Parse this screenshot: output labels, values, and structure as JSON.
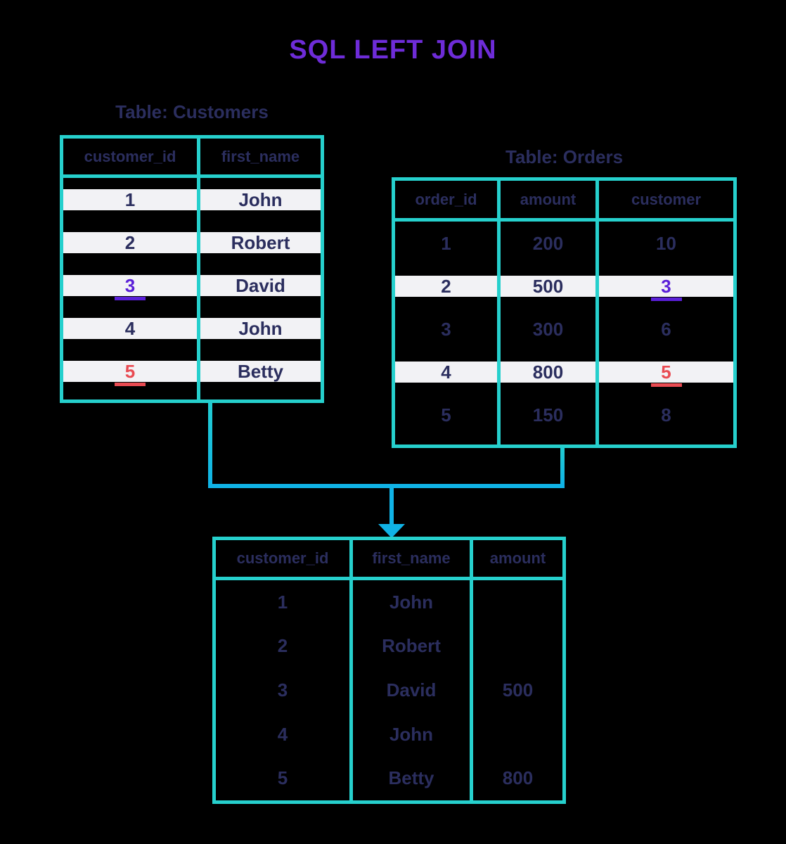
{
  "title": "SQL LEFT JOIN",
  "colors": {
    "bg": "#000000",
    "border-teal": "#26d0cd",
    "connector-teal": "#22cdd1",
    "connector-blue": "#10b3e6",
    "text-navy": "#2b2e5e",
    "row-white": "#f2f2f5",
    "hl-purple": "#5a1fd8",
    "hl-red": "#e94b52",
    "title-purple": "#6e2cd8"
  },
  "customers": {
    "label": "Table: Customers",
    "columns": [
      "customer_id",
      "first_name"
    ],
    "rows": [
      {
        "customer_id": "1",
        "first_name": "John"
      },
      {
        "customer_id": "2",
        "first_name": "Robert"
      },
      {
        "customer_id": "3",
        "first_name": "David",
        "highlight": "purple"
      },
      {
        "customer_id": "4",
        "first_name": "John"
      },
      {
        "customer_id": "5",
        "first_name": "Betty",
        "highlight": "red"
      }
    ]
  },
  "orders": {
    "label": "Table: Orders",
    "columns": [
      "order_id",
      "amount",
      "customer"
    ],
    "rows": [
      {
        "order_id": "1",
        "amount": "200",
        "customer": "10"
      },
      {
        "order_id": "2",
        "amount": "500",
        "customer": "3",
        "highlight": "purple"
      },
      {
        "order_id": "3",
        "amount": "300",
        "customer": "6"
      },
      {
        "order_id": "4",
        "amount": "800",
        "customer": "5",
        "highlight": "red"
      },
      {
        "order_id": "5",
        "amount": "150",
        "customer": "8"
      }
    ]
  },
  "result": {
    "columns": [
      "customer_id",
      "first_name",
      "amount"
    ],
    "rows": [
      {
        "customer_id": "1",
        "first_name": "John",
        "amount": ""
      },
      {
        "customer_id": "2",
        "first_name": "Robert",
        "amount": ""
      },
      {
        "customer_id": "3",
        "first_name": "David",
        "amount": "500"
      },
      {
        "customer_id": "4",
        "first_name": "John",
        "amount": ""
      },
      {
        "customer_id": "5",
        "first_name": "Betty",
        "amount": "800"
      }
    ]
  }
}
